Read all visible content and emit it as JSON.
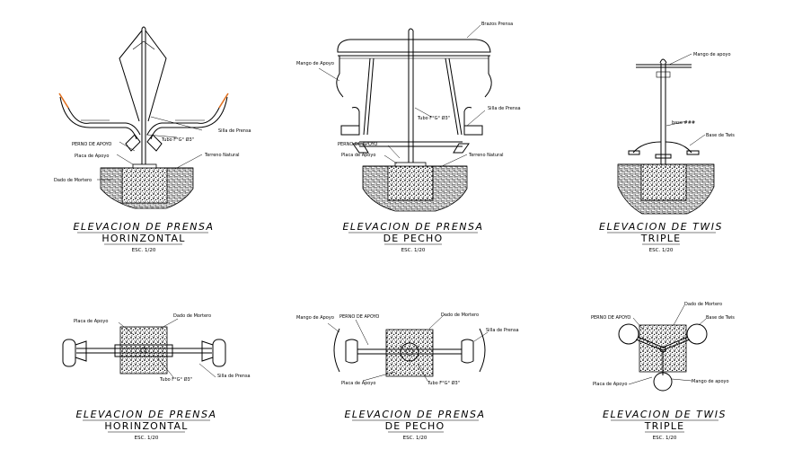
{
  "views": {
    "v1": {
      "title": "ELEVACION DE PRENSA",
      "subtitle": "HORINZONTAL",
      "scale": "ESC. 1/20",
      "labels": {
        "silla": "Silla de Prensa",
        "tubo": "Tubo F°G° Ø3\"",
        "perno": "PERNO DE APOYO",
        "placa": "Placa de Apoyo",
        "terreno": "Terreno Natural",
        "dado": "Dado de Mortero"
      }
    },
    "v2": {
      "title": "ELEVACION DE PRENSA",
      "subtitle": "DE PECHO",
      "scale": "ESC. 1/20",
      "labels": {
        "brazos": "Brazos Prensa",
        "mango": "Mango de Apoyo",
        "tubo": "Tubo F°G° Ø3\"",
        "silla": "Silla de Prensa",
        "perno": "PERNO DE APOYO",
        "placa": "Placa de Apoyo",
        "terreno": "Terreno Natural"
      }
    },
    "v3": {
      "title": "ELEVACION DE TWIS",
      "subtitle": "TRIPLE",
      "scale": "ESC. 1/20",
      "labels": {
        "mango": "Mango de apoyo",
        "small": "base ###",
        "base": "Base de Twis"
      }
    },
    "p1": {
      "title": "ELEVACION DE PRENSA",
      "subtitle": "HORINZONTAL",
      "scale": "ESC. 1/20",
      "labels": {
        "placa": "Placa de Apoyo",
        "dado": "Dado de Mortero",
        "silla": "Silla de Prensa",
        "tubo": "Tubo F°G° Ø3\""
      }
    },
    "p2": {
      "title": "ELEVACION DE PRENSA",
      "subtitle": "DE PECHO",
      "scale": "ESC. 1/20",
      "labels": {
        "mango": "Mango de Apoyo",
        "perno": "PERNO DE APOYO",
        "dado": "Dado de Mortero",
        "silla": "Silla de Prensa",
        "placa": "Placa de Apoyo",
        "tubo": "Tubo F°G° Ø3\""
      }
    },
    "p3": {
      "title": "ELEVACION DE TWIS",
      "subtitle": "TRIPLE",
      "scale": "ESC. 1/20",
      "labels": {
        "perno": "PERNO DE APOYO",
        "dado": "Dado de Mortero",
        "base": "Base de Twis",
        "placa": "Placa de Apoyo",
        "mango": "Mango de apoyo"
      }
    }
  },
  "colors": {
    "line": "#000000",
    "accent": "#e07020",
    "background": "#ffffff"
  }
}
